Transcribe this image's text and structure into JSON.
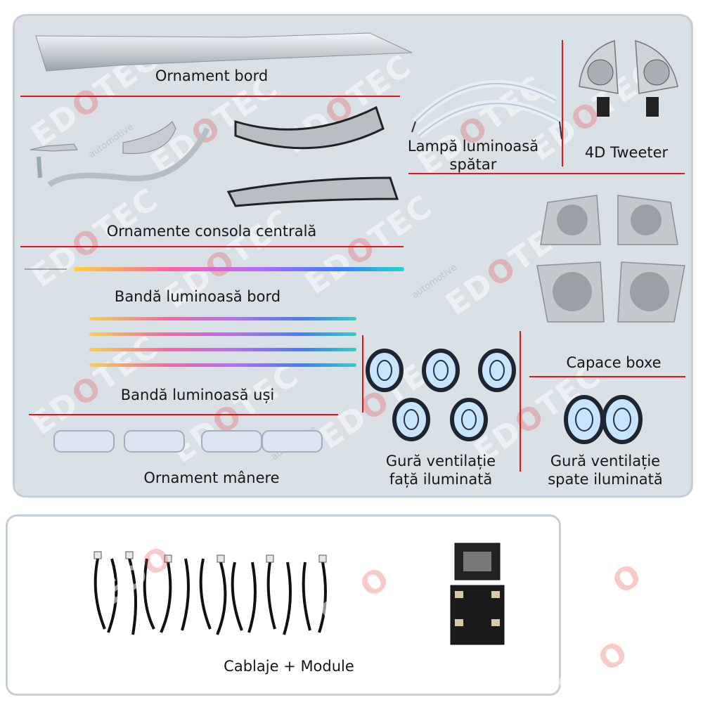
{
  "watermark": {
    "brand": "EDOTEC",
    "sub": "automotive"
  },
  "products": {
    "dashboard_trim": "Ornament bord",
    "seat_lamp": "Lampă luminoasă\nspătar",
    "tweeter": "4D Tweeter",
    "console_trims": "Ornamente consola centrală",
    "speaker_covers": "Capace boxe",
    "dash_light_strip": "Bandă luminoasă bord",
    "door_light_strip": "Bandă luminoasă uși",
    "front_vents": "Gură ventilație\nfață iluminată",
    "rear_vents": "Gură ventilație\nspate iluminată",
    "handle_trim": "Ornament mânere",
    "wiring": "Cablaje + Module"
  },
  "colors": {
    "divider": "#e3131b",
    "panel_bg": "#d9e0e6",
    "rgb_strip": [
      "#ffd23a",
      "#ff5ea8",
      "#b66cff",
      "#3f7dff",
      "#22d5c8"
    ]
  }
}
